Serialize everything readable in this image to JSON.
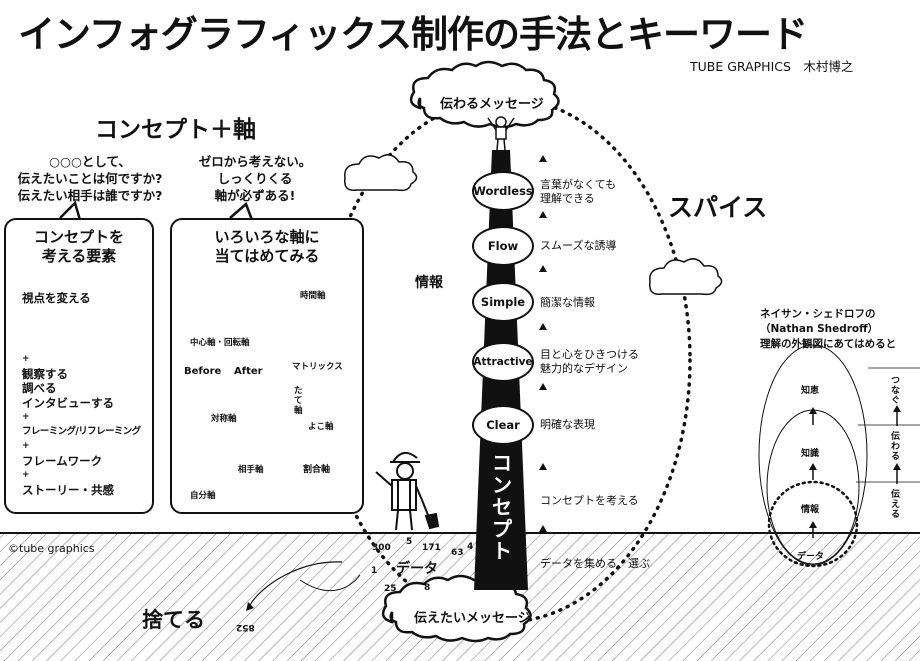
{
  "title": "インフォグラフィックス制作の手法とキーワード",
  "author": "TUBE GRAPHICS　木村博之",
  "copyright": "©tube graphics",
  "concept_heading": "コンセプト＋軸",
  "left_speech": [
    "○○○として、",
    "伝えたいことは何ですか?",
    "伝えたい相手は誰ですか?"
  ],
  "mid_speech": [
    "ゼロから考えない。",
    "しっくりくる",
    "軸が必ずある!"
  ],
  "concept_box": {
    "title": [
      "コンセプトを",
      "考える要素"
    ],
    "items": [
      "視点を変える",
      "+",
      "観察する",
      "調べる",
      "インタビューする",
      "+",
      "フレーミング/リフレーミング",
      "+",
      "フレームワーク",
      "+",
      "ストーリー・共感"
    ]
  },
  "axis_box": {
    "title": [
      "いろいろな軸に",
      "当てはめてみる"
    ],
    "center_axis": "中心軸・回転軸",
    "time_axis": "時間軸",
    "matrix": "マトリックス",
    "before": "Before",
    "after": "After",
    "symmetry": "対称軸",
    "vertical": "たて軸",
    "horizontal": "よこ軸",
    "partner": "相手軸",
    "self": "自分軸",
    "ratio": "割合軸"
  },
  "info_label": "情報",
  "spice_label": "スパイス",
  "top_cloud": "伝わるメッセージ",
  "bottom_cloud": "伝えたいメッセージ",
  "pillar_label": "コンセプト",
  "steps": [
    {
      "oval": "Wordless",
      "text": [
        "言葉がなくても",
        "理解できる"
      ]
    },
    {
      "oval": "Flow",
      "text": [
        "スムーズな誘導"
      ]
    },
    {
      "oval": "Simple",
      "text": [
        "簡潔な情報"
      ]
    },
    {
      "oval": "Attractive",
      "text": [
        "目と心をひきつける",
        "魅力的なデザイン"
      ]
    },
    {
      "oval": "Clear",
      "text": [
        "明確な表現"
      ]
    }
  ],
  "concept_step": "コンセプトを考える",
  "data_step": "データを集める、選ぶ",
  "data_label": "データ",
  "numbers": [
    "300",
    "5",
    "171",
    "63",
    "4",
    "1",
    "25",
    "8",
    "852"
  ],
  "discard": "捨てる",
  "shedroff": {
    "caption": [
      "ネイサン・シェドロフの",
      "（Nathan Shedroff）",
      "理解の外観図にあてはめると"
    ],
    "levels": [
      "知恵",
      "知識",
      "情報",
      "データ"
    ],
    "arrows": [
      "つなぐ",
      "伝わる",
      "伝える"
    ]
  }
}
